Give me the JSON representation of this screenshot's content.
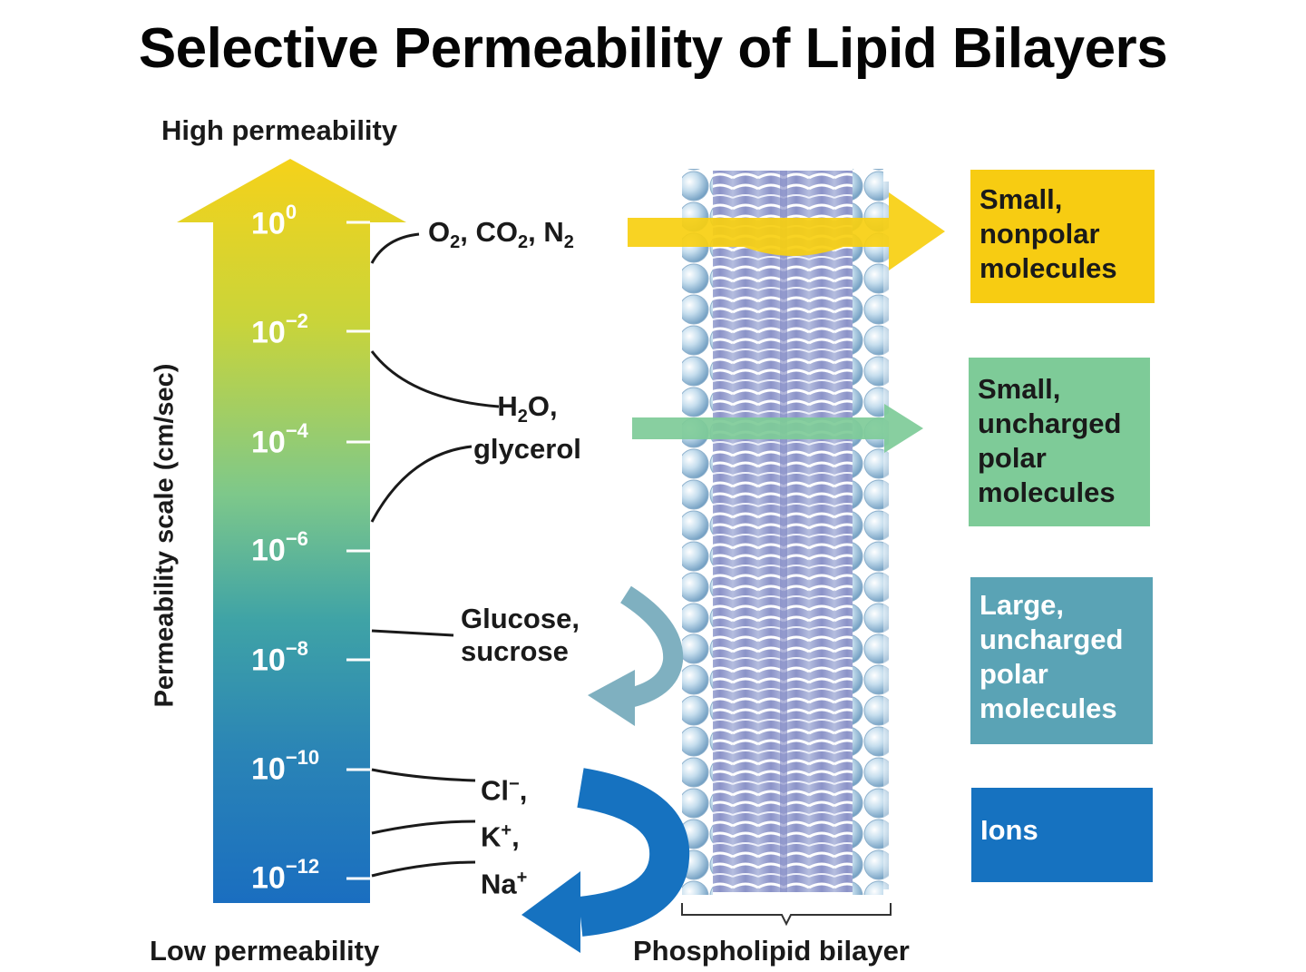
{
  "title": "Selective Permeability of Lipid Bilayers",
  "scale": {
    "high_label": "High permeability",
    "low_label": "Low permeability",
    "axis_label": "Permeability scale (cm/sec)",
    "ticks": [
      {
        "base": "10",
        "exp": "0"
      },
      {
        "base": "10",
        "exp": "−2"
      },
      {
        "base": "10",
        "exp": "−4"
      },
      {
        "base": "10",
        "exp": "−6"
      },
      {
        "base": "10",
        "exp": "−8"
      },
      {
        "base": "10",
        "exp": "−10"
      },
      {
        "base": "10",
        "exp": "−12"
      }
    ]
  },
  "molecules": {
    "gases": {
      "o": "O",
      "o_sub": "2",
      "co": ", CO",
      "co_sub": "2",
      "n": ", N",
      "n_sub": "2"
    },
    "water": {
      "h": "H",
      "h_sub": "2",
      "o": "O,",
      "glycerol": "glycerol"
    },
    "sugars": {
      "line1": "Glucose,",
      "line2": "sucrose"
    },
    "ions": {
      "cl": "Cl",
      "cl_sup": "−",
      "cl_tail": ",",
      "k": "K",
      "k_sup": "+",
      "k_tail": ",",
      "na": "Na",
      "na_sup": "+"
    }
  },
  "bilayer_label": "Phospholipid bilayer",
  "categories": [
    {
      "lines": [
        "Small,",
        "nonpolar",
        "molecules"
      ],
      "color": "#f7cc12",
      "text_color": "#1a1a1a"
    },
    {
      "lines": [
        "Small,",
        "uncharged",
        "polar",
        "molecules"
      ],
      "color": "#7ecb98",
      "text_color": "#1a1a1a"
    },
    {
      "lines": [
        "Large,",
        "uncharged",
        "polar",
        "molecules"
      ],
      "color": "#5aa3b5",
      "text_color": "#ffffff"
    },
    {
      "lines": [
        "Ions"
      ],
      "color": "#1672c0",
      "text_color": "#ffffff"
    }
  ]
}
